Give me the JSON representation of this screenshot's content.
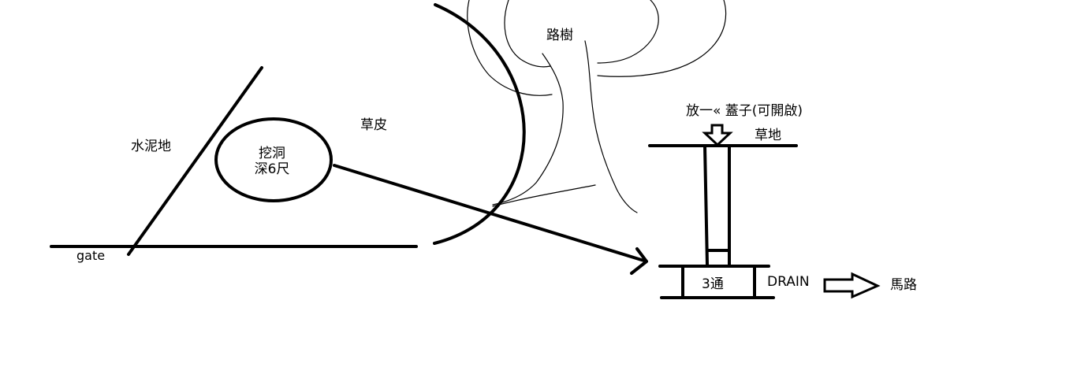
{
  "labels": {
    "tree": "路樹",
    "lid_note": "放一« 蓋子(可開啟)",
    "grass_ground": "草地",
    "grass_skin": "草皮",
    "cement": "水泥地",
    "dig_hole": "挖洞",
    "depth": "深6尺",
    "gate": "gate",
    "three_way": "3通",
    "drain": "DRAIN",
    "road": "馬路"
  },
  "colors": {
    "ink": "#000000",
    "background": "#ffffff"
  }
}
